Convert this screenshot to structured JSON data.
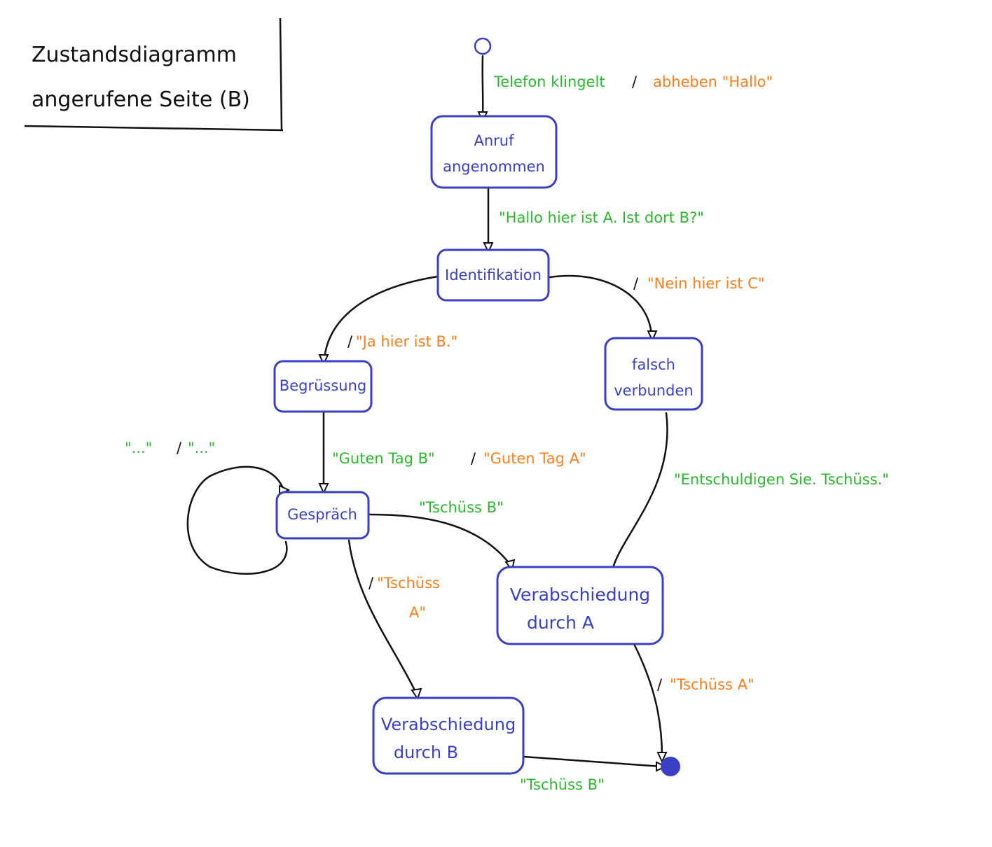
{
  "title": {
    "line1": "Zustandsdiagramm",
    "line2": "angerufene Seite (B)"
  },
  "states": {
    "anruf_line1": "Anruf",
    "anruf_line2": "angenommen",
    "identifikation": "Identifikation",
    "begruessung": "Begrüssung",
    "falsch_line1": "falsch",
    "falsch_line2": "verbunden",
    "gespraech": "Gespräch",
    "verab_a_line1": "Verabschiedung",
    "verab_a_line2": "durch A",
    "verab_b_line1": "Verabschiedung",
    "verab_b_line2": "durch B"
  },
  "transitions": {
    "t1_event": "Telefon klingelt",
    "t1_action": "abheben \"Hallo\"",
    "t2_event": "\"Hallo hier ist A. Ist dort B?\"",
    "t3_action": "\"Ja hier ist B.\"",
    "t4_action": "\"Nein hier ist C\"",
    "t5_event": "\"Guten Tag B\"",
    "t5_action": "\"Guten Tag A\"",
    "t6_event": "\"...\"",
    "t6_action": "\"...\"",
    "t7_event": "\"Tschüss B\"",
    "t8_action_line1": "\"Tschüss",
    "t8_action_line2": "A\"",
    "t9_event": "\"Entschuldigen Sie. Tschüss.\"",
    "t10_action": "\"Tschüss A\"",
    "t11_event": "\"Tschüss B\"",
    "separator": "/"
  },
  "colors": {
    "state": "#3a3fc4",
    "event": "#2bb82e",
    "action": "#ff7f1e",
    "line": "#111111"
  }
}
